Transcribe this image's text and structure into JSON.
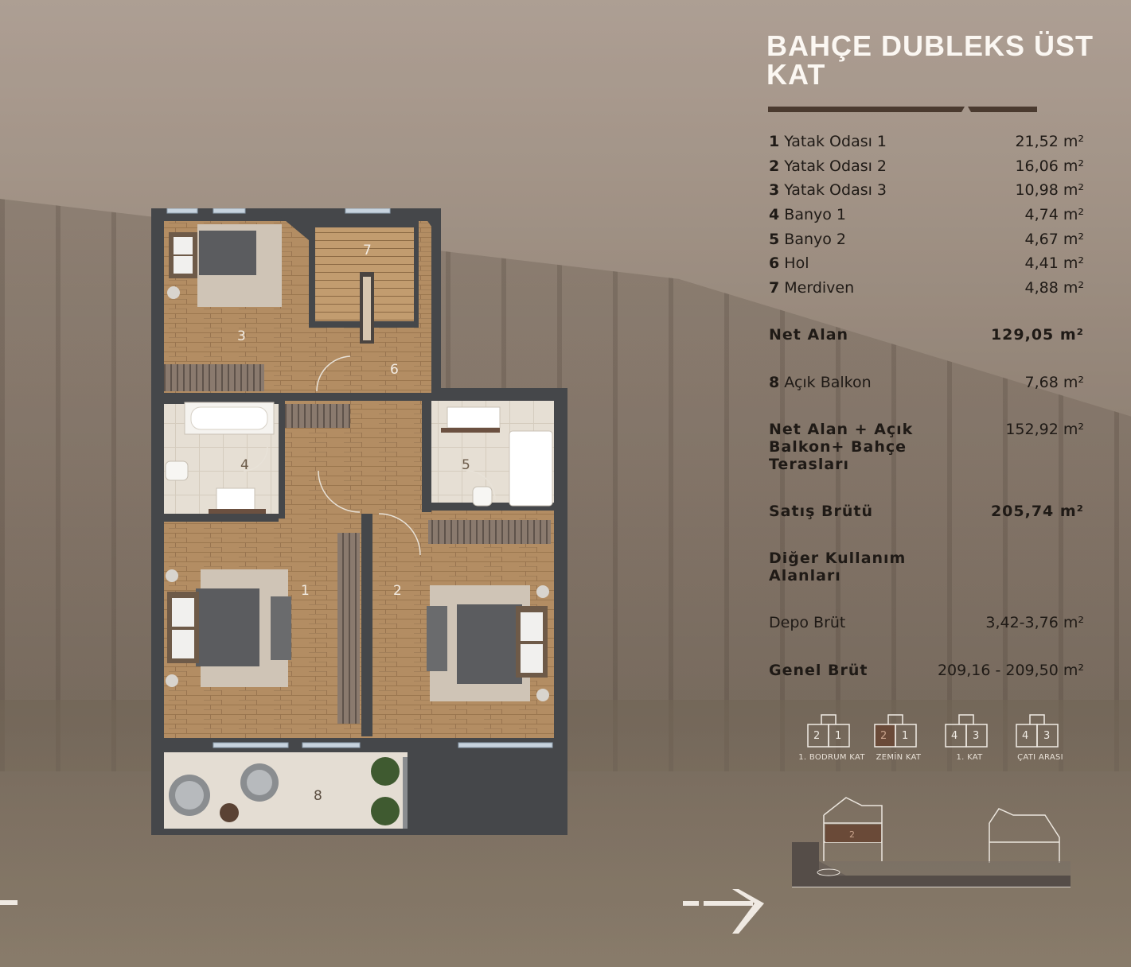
{
  "title": "BAHÇE DUBLEKS ÜST KAT",
  "rooms": [
    {
      "num": "1",
      "name": "Yatak Odası 1",
      "area": "21,52 m²"
    },
    {
      "num": "2",
      "name": "Yatak Odası 2",
      "area": "16,06 m²"
    },
    {
      "num": "3",
      "name": "Yatak Odası 3",
      "area": "10,98 m²"
    },
    {
      "num": "4",
      "name": "Banyo 1",
      "area": "4,74 m²"
    },
    {
      "num": "5",
      "name": "Banyo 2",
      "area": "4,67 m²"
    },
    {
      "num": "6",
      "name": "Hol",
      "area": "4,41 m²"
    },
    {
      "num": "7",
      "name": "Merdiven",
      "area": "4,88 m²"
    }
  ],
  "net_alan": {
    "label": "Net Alan",
    "value": "129,05 m²"
  },
  "balkon": {
    "num": "8",
    "name": "Açık Balkon",
    "area": "7,68 m²"
  },
  "net_alan_balkon": {
    "label": "Net Alan + Açık Balkon+ Bahçe Terasları",
    "value": "152,92 m²"
  },
  "satis_brutu": {
    "label": "Satış Brütü",
    "value": "205,74 m²"
  },
  "diger": {
    "label": "Diğer Kullanım Alanları"
  },
  "depo": {
    "label": "Depo Brüt",
    "value": "3,42-3,76 m²"
  },
  "genel_brut": {
    "label": "Genel Brüt",
    "value": "209,16 - 209,50 m²"
  },
  "floors": [
    {
      "left": "2",
      "right": "1",
      "caption": "1. BODRUM KAT",
      "active": false
    },
    {
      "left": "2",
      "right": "1",
      "caption": "ZEMİN KAT",
      "active": true
    },
    {
      "left": "4",
      "right": "3",
      "caption": "1. KAT",
      "active": false
    },
    {
      "left": "4",
      "right": "3",
      "caption": "ÇATI ARASI",
      "active": false
    }
  ],
  "section_label": "2",
  "plan_labels": {
    "r1": "1",
    "r2": "2",
    "r3": "3",
    "r4": "4",
    "r5": "5",
    "r6": "6",
    "r7": "7",
    "r8": "8"
  },
  "colors": {
    "wall": "#45474a",
    "floor": "#b08c63",
    "tile": "#e4ddd2",
    "accent": "#5a4234",
    "title": "#fbf7f2"
  },
  "icons": [
    "arrow-left-icon",
    "arrow-right-icon"
  ]
}
